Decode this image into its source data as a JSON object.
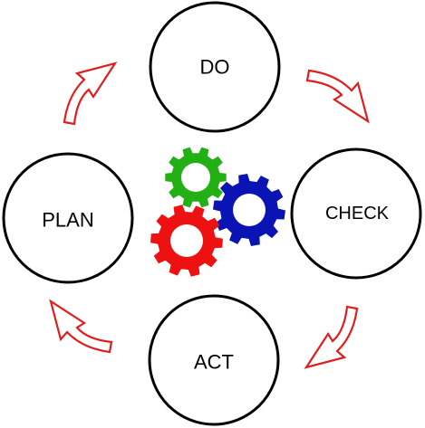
{
  "nodes": [
    {
      "id": "do",
      "label": "DO"
    },
    {
      "id": "check",
      "label": "CHECK"
    },
    {
      "id": "act",
      "label": "ACT"
    },
    {
      "id": "plan",
      "label": "PLAN"
    }
  ],
  "arrows": [
    {
      "from": "plan",
      "to": "do"
    },
    {
      "from": "do",
      "to": "check"
    },
    {
      "from": "check",
      "to": "act"
    },
    {
      "from": "act",
      "to": "plan"
    }
  ],
  "gears": [
    {
      "name": "green-gear-icon",
      "color": "#22b014"
    },
    {
      "name": "blue-gear-icon",
      "color": "#0a14b4"
    },
    {
      "name": "red-gear-icon",
      "color": "#ee1111"
    }
  ],
  "colors": {
    "circle_stroke": "#000000",
    "arrow_stroke": "#e01e1e",
    "arrow_fill": "#ffffff"
  }
}
